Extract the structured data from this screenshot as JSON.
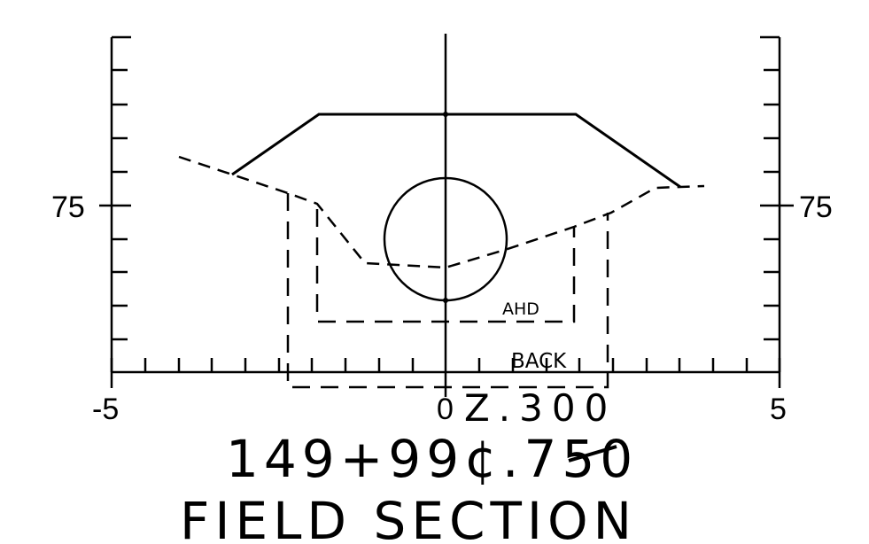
{
  "axis": {
    "x_min_label": "-5",
    "x_zero_label": "0",
    "x_max_label": "5",
    "y_left_label": "75",
    "y_right_label": "75"
  },
  "annotations": {
    "ahd": "AHD",
    "back": "BACK",
    "offset_value": "Z.300"
  },
  "title": {
    "station": "149+99",
    "station_struck": "¢.750",
    "subtitle": "FIELD SECTION"
  }
}
